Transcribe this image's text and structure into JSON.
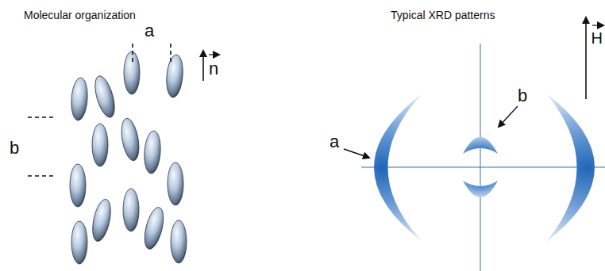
{
  "diagram": {
    "labels": [
      "Molecular organization",
      "Typical XRD patterns",
      "a",
      "n",
      "b",
      "a",
      "b",
      "H"
    ]
  }
}
